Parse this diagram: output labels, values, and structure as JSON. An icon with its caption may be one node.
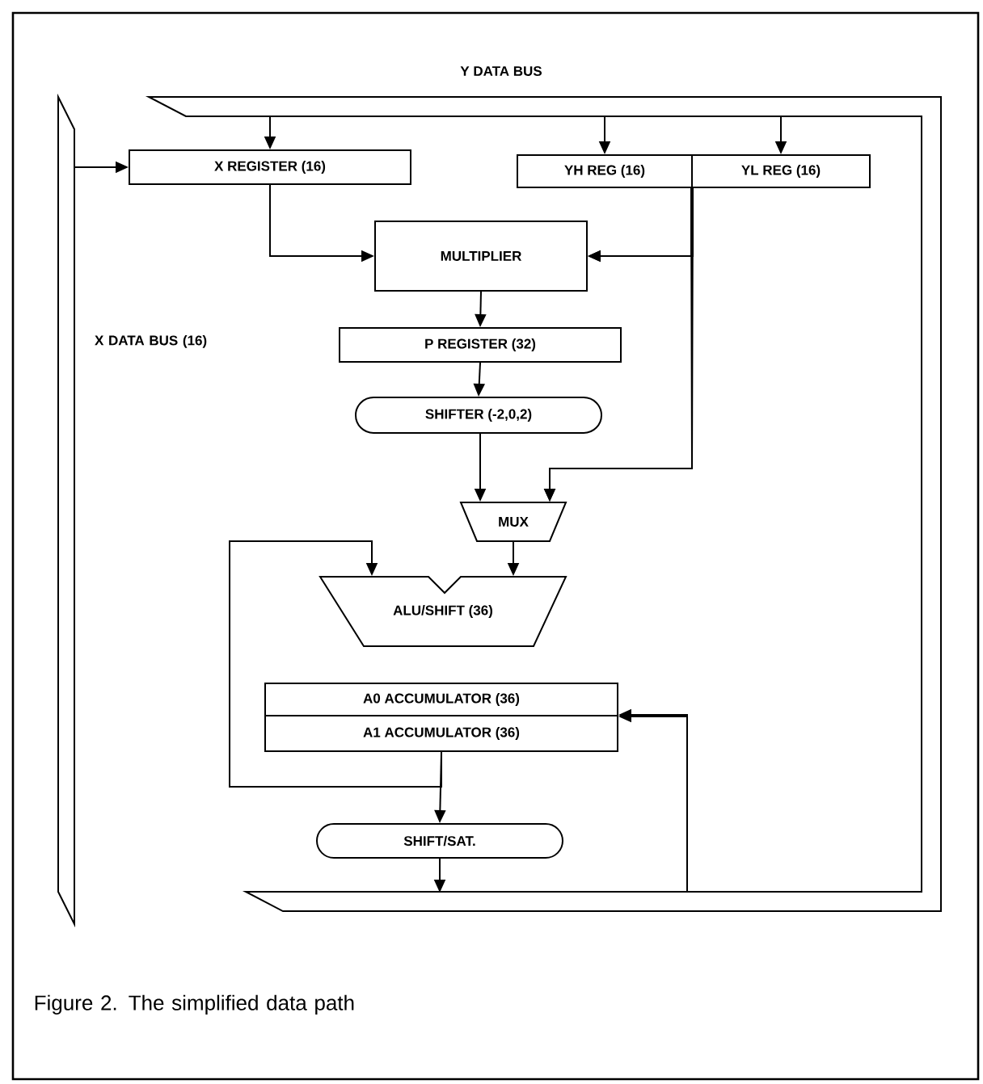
{
  "diagram": {
    "caption": "Figure 2.  The simplified data path",
    "nodes": [
      {
        "text": [
          "Y DATA BUS"
        ]
      },
      {
        "text": [
          "X DATA BUS (16)"
        ]
      },
      {
        "text": [
          "X REGISTER (16)"
        ]
      },
      {
        "text": [
          "YH REG (16)"
        ]
      },
      {
        "text": [
          "YL REG (16)"
        ]
      },
      {
        "text": [
          "MULTIPLIER"
        ]
      },
      {
        "text": [
          "P REGISTER (32)"
        ]
      },
      {
        "text": [
          "SHIFTER (-2,0,2)"
        ]
      },
      {
        "text": [
          "MUX"
        ]
      },
      {
        "text": [
          "ALU/SHIFT (36)"
        ]
      },
      {
        "text": [
          "A0 ACCUMULATOR (36)"
        ]
      },
      {
        "text": [
          "A1 ACCUMULATOR (36)"
        ]
      },
      {
        "text": [
          "SHIFT/SAT."
        ]
      }
    ],
    "edges": [
      {
        "from": 0,
        "to": 2,
        "arrow": "to"
      },
      {
        "from": 0,
        "to": 3,
        "arrow": "to"
      },
      {
        "from": 0,
        "to": 4,
        "arrow": "to"
      },
      {
        "from": 1,
        "to": 2,
        "arrow": "to"
      },
      {
        "from": 2,
        "to": 5,
        "arrow": "to"
      },
      {
        "from": 3,
        "to": 5,
        "arrow": "to"
      },
      {
        "from": 4,
        "to": 5,
        "arrow": "to"
      },
      {
        "from": 3,
        "to": 8,
        "arrow": "to"
      },
      {
        "from": 4,
        "to": 8,
        "arrow": "to"
      },
      {
        "from": 5,
        "to": 6,
        "arrow": "to"
      },
      {
        "from": 6,
        "to": 7,
        "arrow": "to"
      },
      {
        "from": 7,
        "to": 8,
        "arrow": "to"
      },
      {
        "from": 8,
        "to": 9,
        "arrow": "to"
      },
      {
        "from": 11,
        "to": 9,
        "arrow": "to"
      },
      {
        "from": 11,
        "to": 12,
        "arrow": "to"
      },
      {
        "from": 12,
        "to": 0,
        "arrow": "to"
      },
      {
        "from": 0,
        "to": 10,
        "arrow": "to"
      },
      {
        "from": 0,
        "to": 11,
        "arrow": "to"
      }
    ]
  }
}
